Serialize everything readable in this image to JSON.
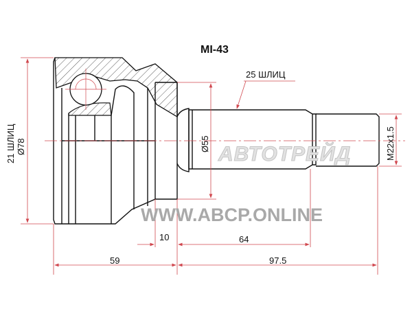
{
  "title": "MI-43",
  "labels": {
    "outer_splines": "21 ШЛИЦ",
    "outer_diameter": "Ø78",
    "shaft_splines": "25 ШЛИЦ",
    "neck_diameter": "Ø55",
    "thread": "M22x1.5",
    "dim_10": "10",
    "dim_64": "64",
    "dim_59": "59",
    "dim_97_5": "97.5"
  },
  "watermarks": {
    "brand": "АВТОТРЕЙД",
    "site": "WWW.ABCP.ONLINE"
  },
  "colors": {
    "dimension": "#d0484f",
    "outline": "#111111",
    "watermark": "#a9a9a9"
  }
}
